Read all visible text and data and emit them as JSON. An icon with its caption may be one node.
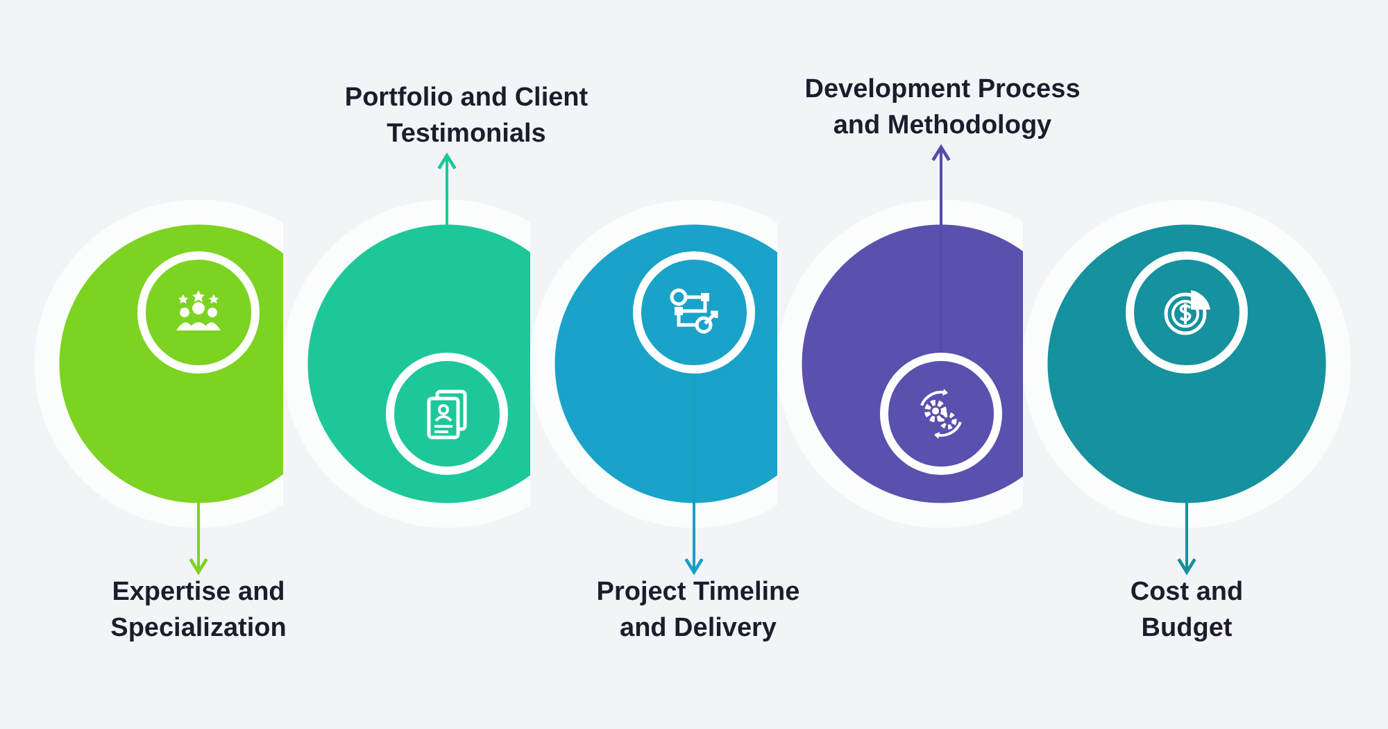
{
  "diagram": {
    "nodes": [
      {
        "text": [],
        "shape": "circle"
      },
      {
        "text": [],
        "shape": "circle"
      },
      {
        "text": [],
        "shape": "circle"
      },
      {
        "text": [],
        "shape": "circle"
      },
      {
        "text": [],
        "shape": "circle"
      },
      {
        "text": [],
        "shape": "circle",
        "in": 0
      },
      {
        "text": [],
        "shape": "circle",
        "in": 1
      },
      {
        "text": [],
        "shape": "circle",
        "in": 2
      },
      {
        "text": [],
        "shape": "circle",
        "in": 3
      },
      {
        "text": [],
        "shape": "circle",
        "in": 4
      },
      {
        "text": [
          "Portfolio and Client Testimonials"
        ]
      },
      {
        "text": [
          "Development Process and Methodology"
        ]
      },
      {
        "text": [
          "Expertise and Specialization"
        ]
      },
      {
        "text": [
          "Project Timeline and Delivery"
        ]
      },
      {
        "text": [
          "Cost and Budget"
        ]
      }
    ],
    "edges": [
      {
        "from": 5,
        "to": 12,
        "arrow": "to",
        "color": "#7dd321"
      },
      {
        "from": 6,
        "to": 10,
        "arrow": "to",
        "color": "#1ec79a"
      },
      {
        "from": 7,
        "to": 13,
        "arrow": "to",
        "color": "#1a9fc4"
      },
      {
        "from": 8,
        "to": 11,
        "arrow": "to",
        "color": "#554ba8"
      },
      {
        "from": 9,
        "to": 14,
        "arrow": "to",
        "color": "#15909c"
      }
    ]
  }
}
